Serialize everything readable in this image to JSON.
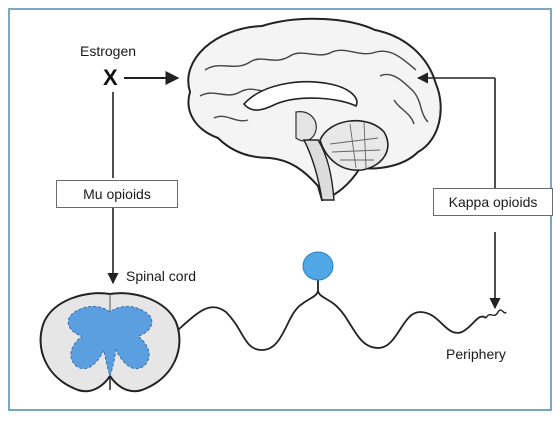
{
  "labels": {
    "estrogen": "Estrogen",
    "x_mark": "X",
    "mu_opioids": "Mu opioids",
    "kappa_opioids": "Kappa opioids",
    "spinal_cord": "Spinal cord",
    "periphery": "Periphery"
  },
  "colors": {
    "frame": "#7aa6c8",
    "line": "#222222",
    "gray_matter": "#5b9fe0",
    "neuron": "#4fa7e6",
    "brain_fill": "#f4f4f4",
    "cord_fill": "#e6e6e6"
  }
}
